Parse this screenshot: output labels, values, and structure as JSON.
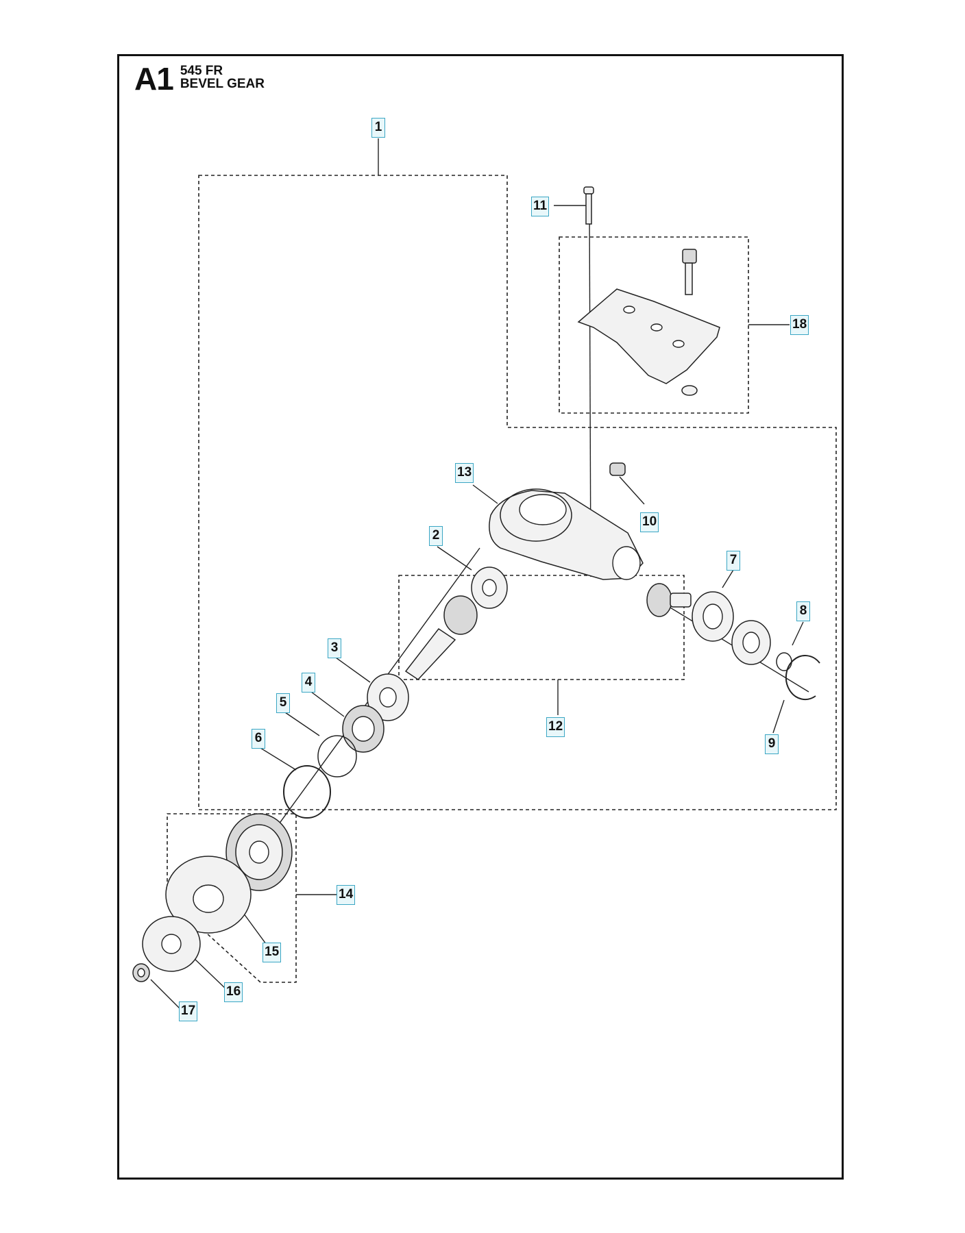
{
  "header": {
    "code": "A1",
    "model": "545 FR",
    "section": "BEVEL GEAR"
  },
  "callouts": [
    "1",
    "2",
    "3",
    "4",
    "5",
    "6",
    "7",
    "8",
    "9",
    "10",
    "11",
    "12",
    "13",
    "14",
    "15",
    "16",
    "17",
    "18"
  ]
}
